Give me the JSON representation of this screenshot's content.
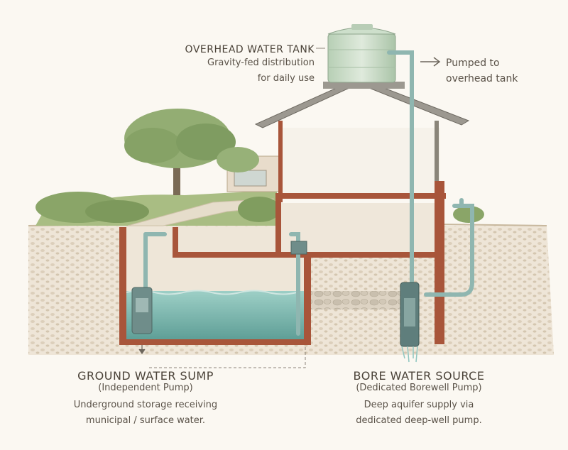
{
  "labels": {
    "overhead_tank": {
      "title": "OVERHEAD WATER TANK",
      "line1": "Gravity-fed distribution",
      "line2": "for daily use"
    },
    "pumped": {
      "line1": "Pumped to",
      "line2": "overhead tank"
    },
    "sump": {
      "title": "GROUND WATER SUMP",
      "subtitle": "(Independent Pump)",
      "desc1": "Underground storage receiving",
      "desc2": "municipal / surface water."
    },
    "bore": {
      "title": "BORE WATER SOURCE",
      "subtitle": "(Dedicated Borewell Pump)",
      "desc1": "Deep aquifer supply via",
      "desc2": "dedicated deep-well pump."
    }
  },
  "colors": {
    "brick": "#a8553a",
    "water": "#7fb8b0",
    "tank": "#c9dcc7",
    "pipe": "#8fb6b0",
    "soil": "#e3d6c2",
    "grass": "#9fb57a",
    "tree": "#8ca86b",
    "text": "#4a4238"
  }
}
